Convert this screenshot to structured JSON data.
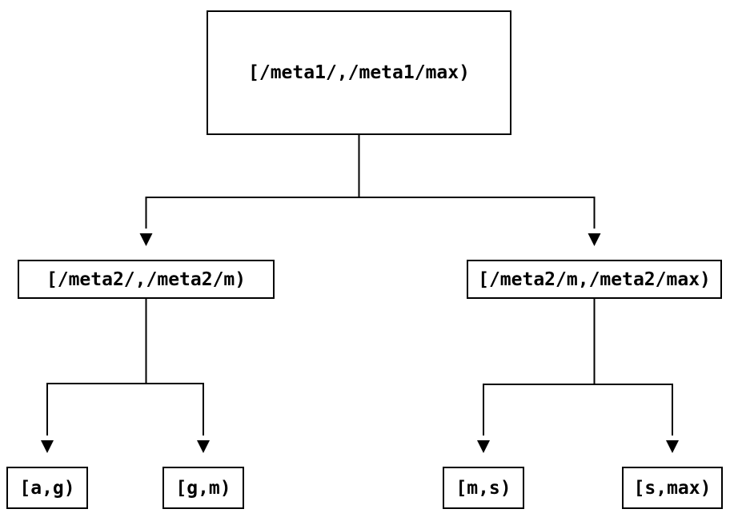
{
  "diagram": {
    "type": "tree",
    "colors": {
      "background": "#ffffff",
      "line": "#000000",
      "text": "#000000"
    },
    "nodes": {
      "root": {
        "label": "[/meta1/,/meta1/max)"
      },
      "meta2_low": {
        "label": "[/meta2/,/meta2/m)"
      },
      "meta2_high": {
        "label": "[/meta2/m,/meta2/max)"
      },
      "leaf_ag": {
        "label": "[a,g)"
      },
      "leaf_gm": {
        "label": "[g,m)"
      },
      "leaf_ms": {
        "label": "[m,s)"
      },
      "leaf_smax": {
        "label": "[s,max)"
      }
    },
    "edges": [
      {
        "from": "root",
        "to": "meta2_low"
      },
      {
        "from": "root",
        "to": "meta2_high"
      },
      {
        "from": "meta2_low",
        "to": "leaf_ag"
      },
      {
        "from": "meta2_low",
        "to": "leaf_gm"
      },
      {
        "from": "meta2_high",
        "to": "leaf_ms"
      },
      {
        "from": "meta2_high",
        "to": "leaf_smax"
      }
    ]
  }
}
